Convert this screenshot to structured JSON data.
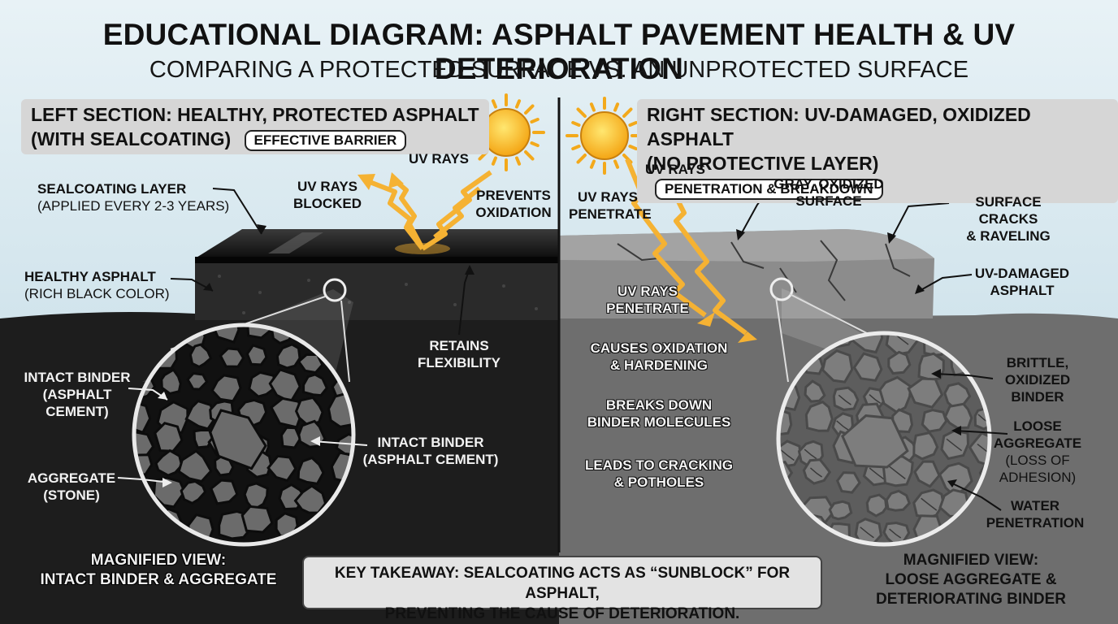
{
  "title": "EDUCATIONAL DIAGRAM: ASPHALT PAVEMENT HEALTH & UV DETERIORATION",
  "subtitle": "COMPARING A PROTECTED SURFACE VS. AN UNPROTECTED SURFACE",
  "left": {
    "heading_line1": "LEFT SECTION: HEALTHY, PROTECTED ASPHALT",
    "heading_line2": "(WITH SEALCOATING)",
    "pill": "EFFECTIVE BARRIER",
    "uv_rays": "UV RAYS",
    "uv_blocked": [
      "UV RAYS",
      "BLOCKED"
    ],
    "prevents": [
      "PREVENTS",
      "OXIDATION"
    ],
    "sealcoat": "SEALCOATING LAYER",
    "sealcoat_sub": "(APPLIED EVERY 2-3 YEARS)",
    "healthy": "HEALTHY ASPHALT",
    "healthy_sub": "(RICH BLACK COLOR)",
    "retains": [
      "RETAINS",
      "FLEXIBILITY"
    ],
    "binder_left": [
      "INTACT BINDER",
      "(ASPHALT",
      "CEMENT)"
    ],
    "aggregate": [
      "AGGREGATE",
      "(STONE)"
    ],
    "binder_right": [
      "INTACT BINDER",
      "(ASPHALT CEMENT)"
    ],
    "magnified": [
      "MAGNIFIED VIEW:",
      "INTACT BINDER & AGGREGATE"
    ]
  },
  "right": {
    "heading_line1": "RIGHT SECTION: UV-DAMAGED, OXIDIZED ASPHALT",
    "heading_line2": "(NO PROTECTIVE LAYER)",
    "pill": "PENETRATION & BREAKDOWN",
    "uv_rays": "UV RAYS",
    "uv_penetrate": [
      "UV RAYS",
      "PENETRATE"
    ],
    "gray_surface": [
      "GRAY, OXIDIZED",
      "SURFACE"
    ],
    "cracks": [
      "SURFACE CRACKS",
      "& RAVELING"
    ],
    "damaged": [
      "UV-DAMAGED",
      "ASPHALT"
    ],
    "uv_penetrate2": [
      "UV RAYS",
      "PENETRATE"
    ],
    "causes": [
      "CAUSES OXIDATION",
      "& HARDENING"
    ],
    "breaks": [
      "BREAKS DOWN",
      "BINDER MOLECULES"
    ],
    "leads": [
      "LEADS TO CRACKING",
      "& POTHOLES"
    ],
    "brittle": [
      "BRITTLE,",
      "OXIDIZED",
      "BINDER"
    ],
    "loose": [
      "LOOSE",
      "AGGREGATE"
    ],
    "loose_sub": [
      "(LOSS OF",
      "ADHESION)"
    ],
    "water": [
      "WATER",
      "PENETRATION"
    ],
    "magnified": [
      "MAGNIFIED VIEW:",
      "LOOSE AGGREGATE &",
      "DETERIORATING BINDER"
    ]
  },
  "takeaway": [
    "KEY TAKEAWAY: SEALCOATING ACTS AS “SUNBLOCK” FOR ASPHALT,",
    "PREVENTING THE CAUSE OF DETERIORATION."
  ],
  "colors": {
    "sky": "#cfe3ec",
    "ground_left": "#1c1c1c",
    "ground_right": "#6f6f6f",
    "uv_ray": "#f5b233",
    "sun": "#f7b81c"
  }
}
